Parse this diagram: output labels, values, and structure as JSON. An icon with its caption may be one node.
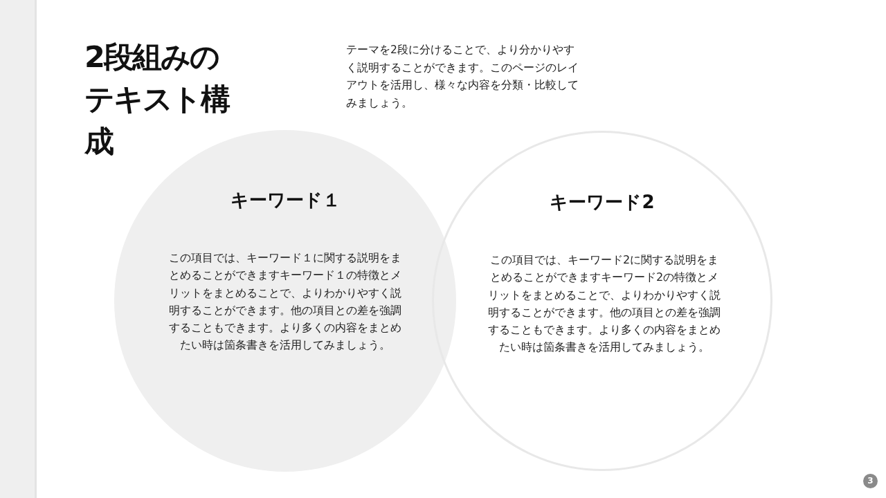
{
  "diagram": {
    "title": "2段組みのテキスト構成",
    "nodes": [
      {
        "text": [
          "キーワード１",
          "この項目では、キーワード１に関する説明をまとめることができますキーワード１の特徴とメリットをまとめることで、よりわかりやすく説明することができます。他の項目との差を強調することもできます。より多くの内容をまとめたい時は箇条書きを活用してみましょう。"
        ]
      },
      {
        "text": [
          "キーワード2",
          "この項目では、キーワード2に関する説明をまとめることができますキーワード2の特徴とメリットをまとめることで、よりわかりやすく説明することができます。他の項目との差を強調することもできます。より多くの内容をまとめたい時は箇条書きを活用してみましょう。"
        ]
      }
    ],
    "labels": [
      "テーマを2段に分けることで、より分かりやすく説明することができます。このページのレイアウトを活用し、様々な内容を分類・比較してみましょう。",
      "3"
    ]
  }
}
